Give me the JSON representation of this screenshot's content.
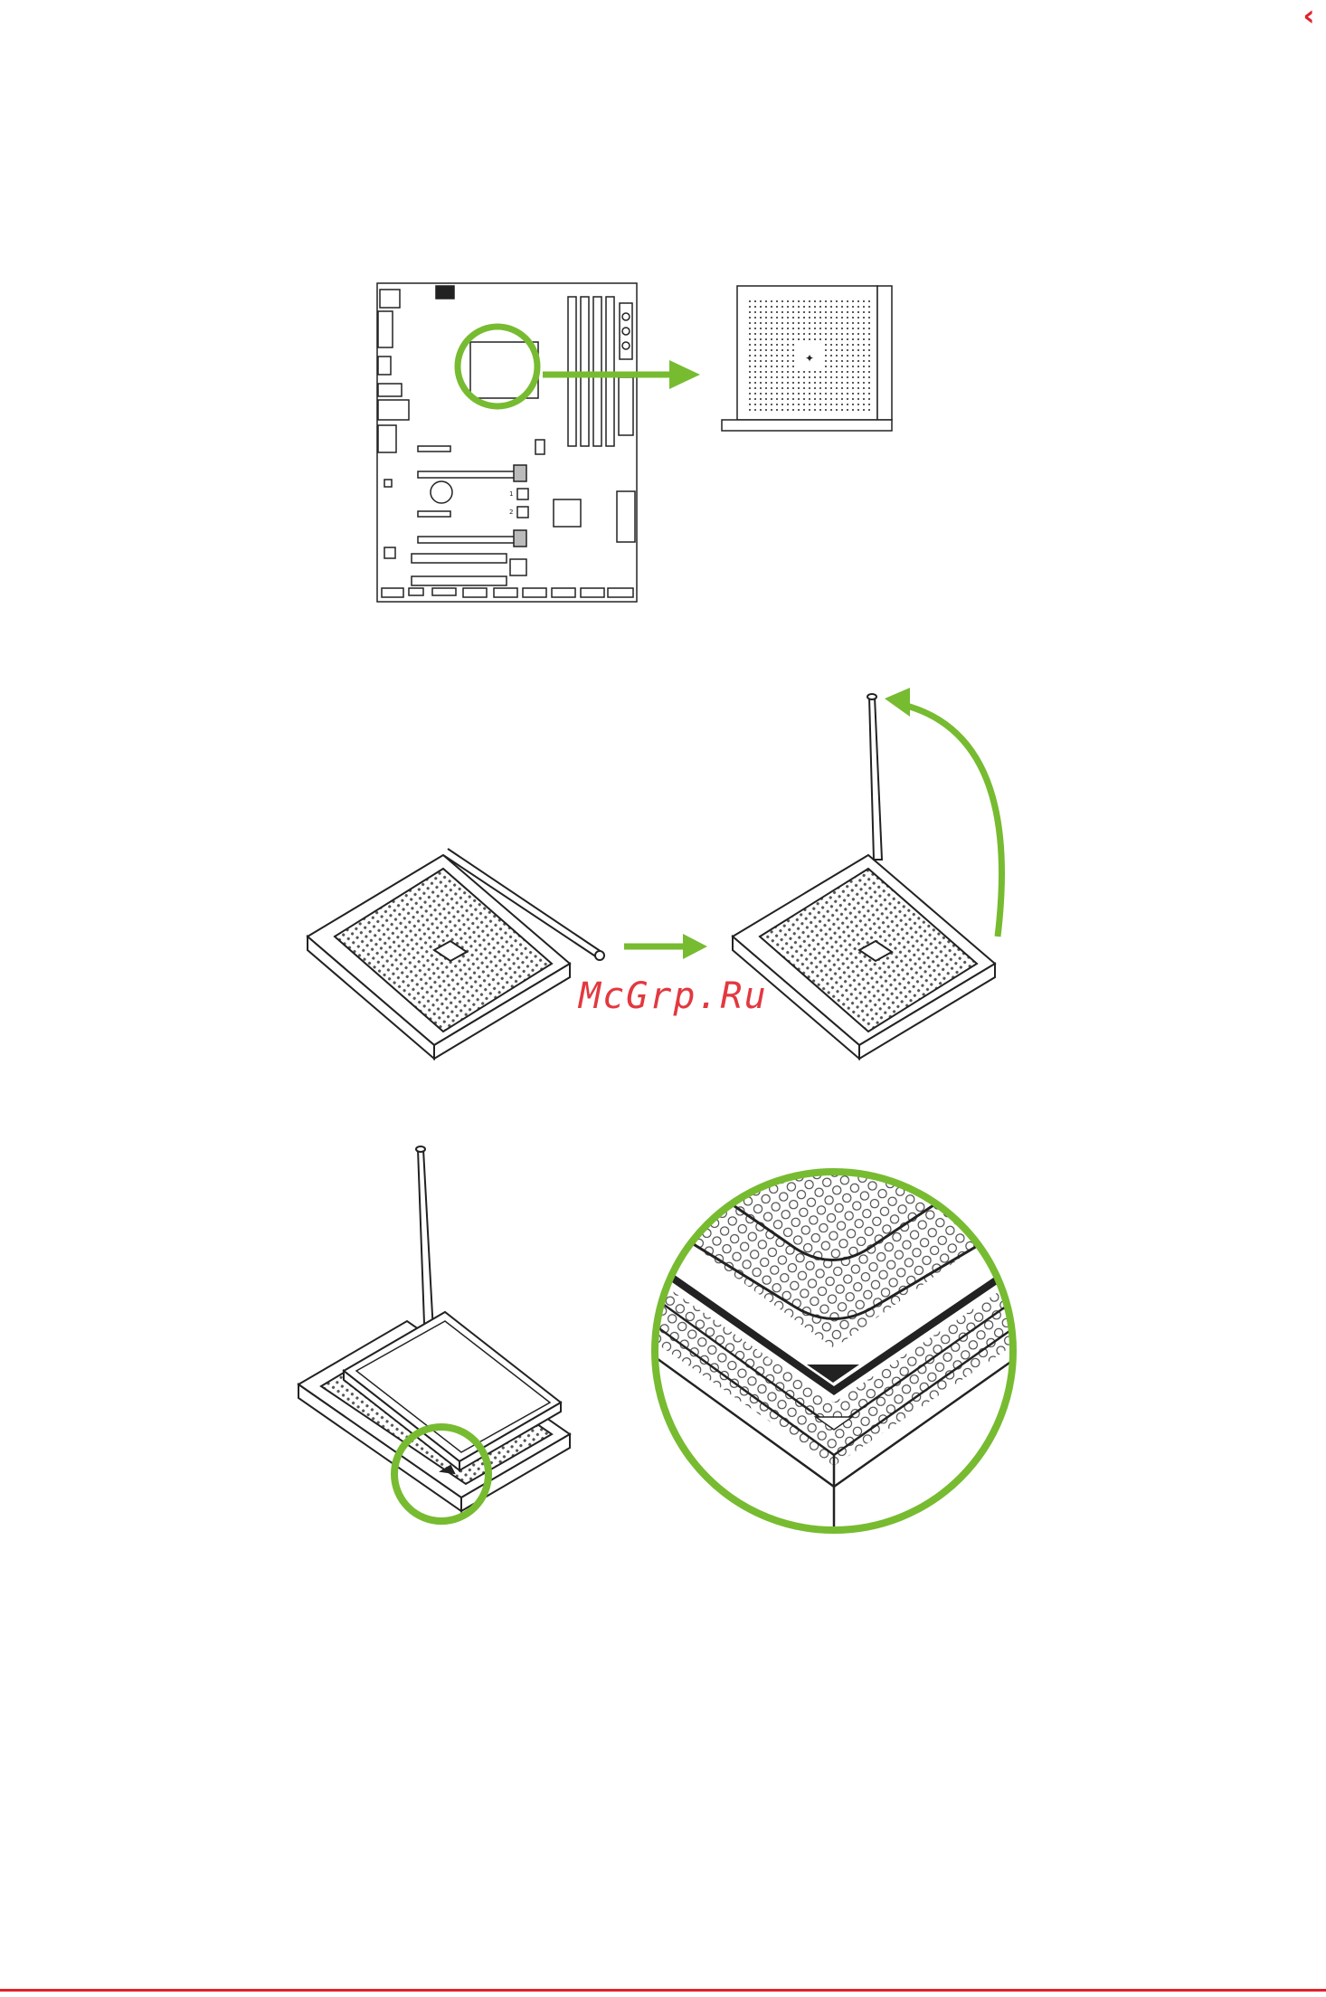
{
  "page": {
    "back_icon": "chevron-left-icon",
    "accent_color": "#e0232b",
    "highlight_color": "#77bb31"
  },
  "watermark": {
    "text": "McGrp.Ru"
  },
  "figure1": {
    "board_labels": [
      "1",
      "2"
    ]
  }
}
